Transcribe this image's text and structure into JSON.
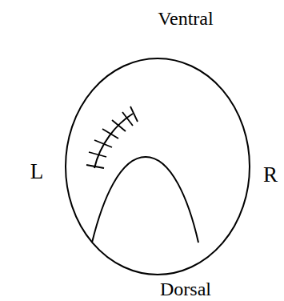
{
  "diagram": {
    "labels": [
      "Ventral",
      "L",
      "R",
      "Dorsal"
    ]
  }
}
